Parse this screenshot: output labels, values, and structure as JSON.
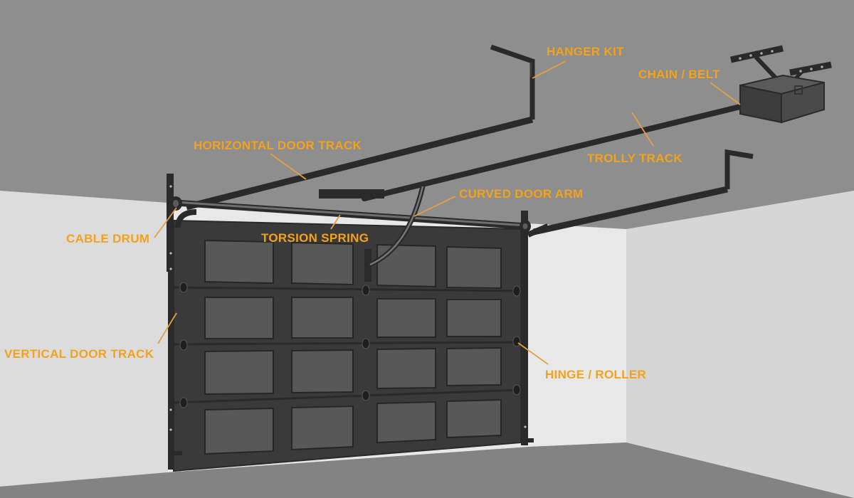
{
  "colors": {
    "label": "#f3a21b",
    "leader": "#e3a042",
    "ceiling": "#8e8e8e",
    "wall_left": "#dcdcdc",
    "wall_back": "#e8e8e8",
    "wall_right": "#d6d6d6",
    "floor": "#838383",
    "door": "#3a3a3a",
    "panel": "#585858",
    "hardware": "#2a2a2a"
  },
  "labels": {
    "hanger_kit": "HANGER KIT",
    "chain_belt": "CHAIN / BELT",
    "horizontal_door_track": "HORIZONTAL DOOR TRACK",
    "trolly_track": "TROLLY TRACK",
    "curved_door_arm": "CURVED DOOR ARM",
    "cable_drum": "CABLE DRUM",
    "torsion_spring": "TORSION SPRING",
    "vertical_door_track": "VERTICAL DOOR TRACK",
    "hinge_roller": "HINGE / ROLLER"
  }
}
